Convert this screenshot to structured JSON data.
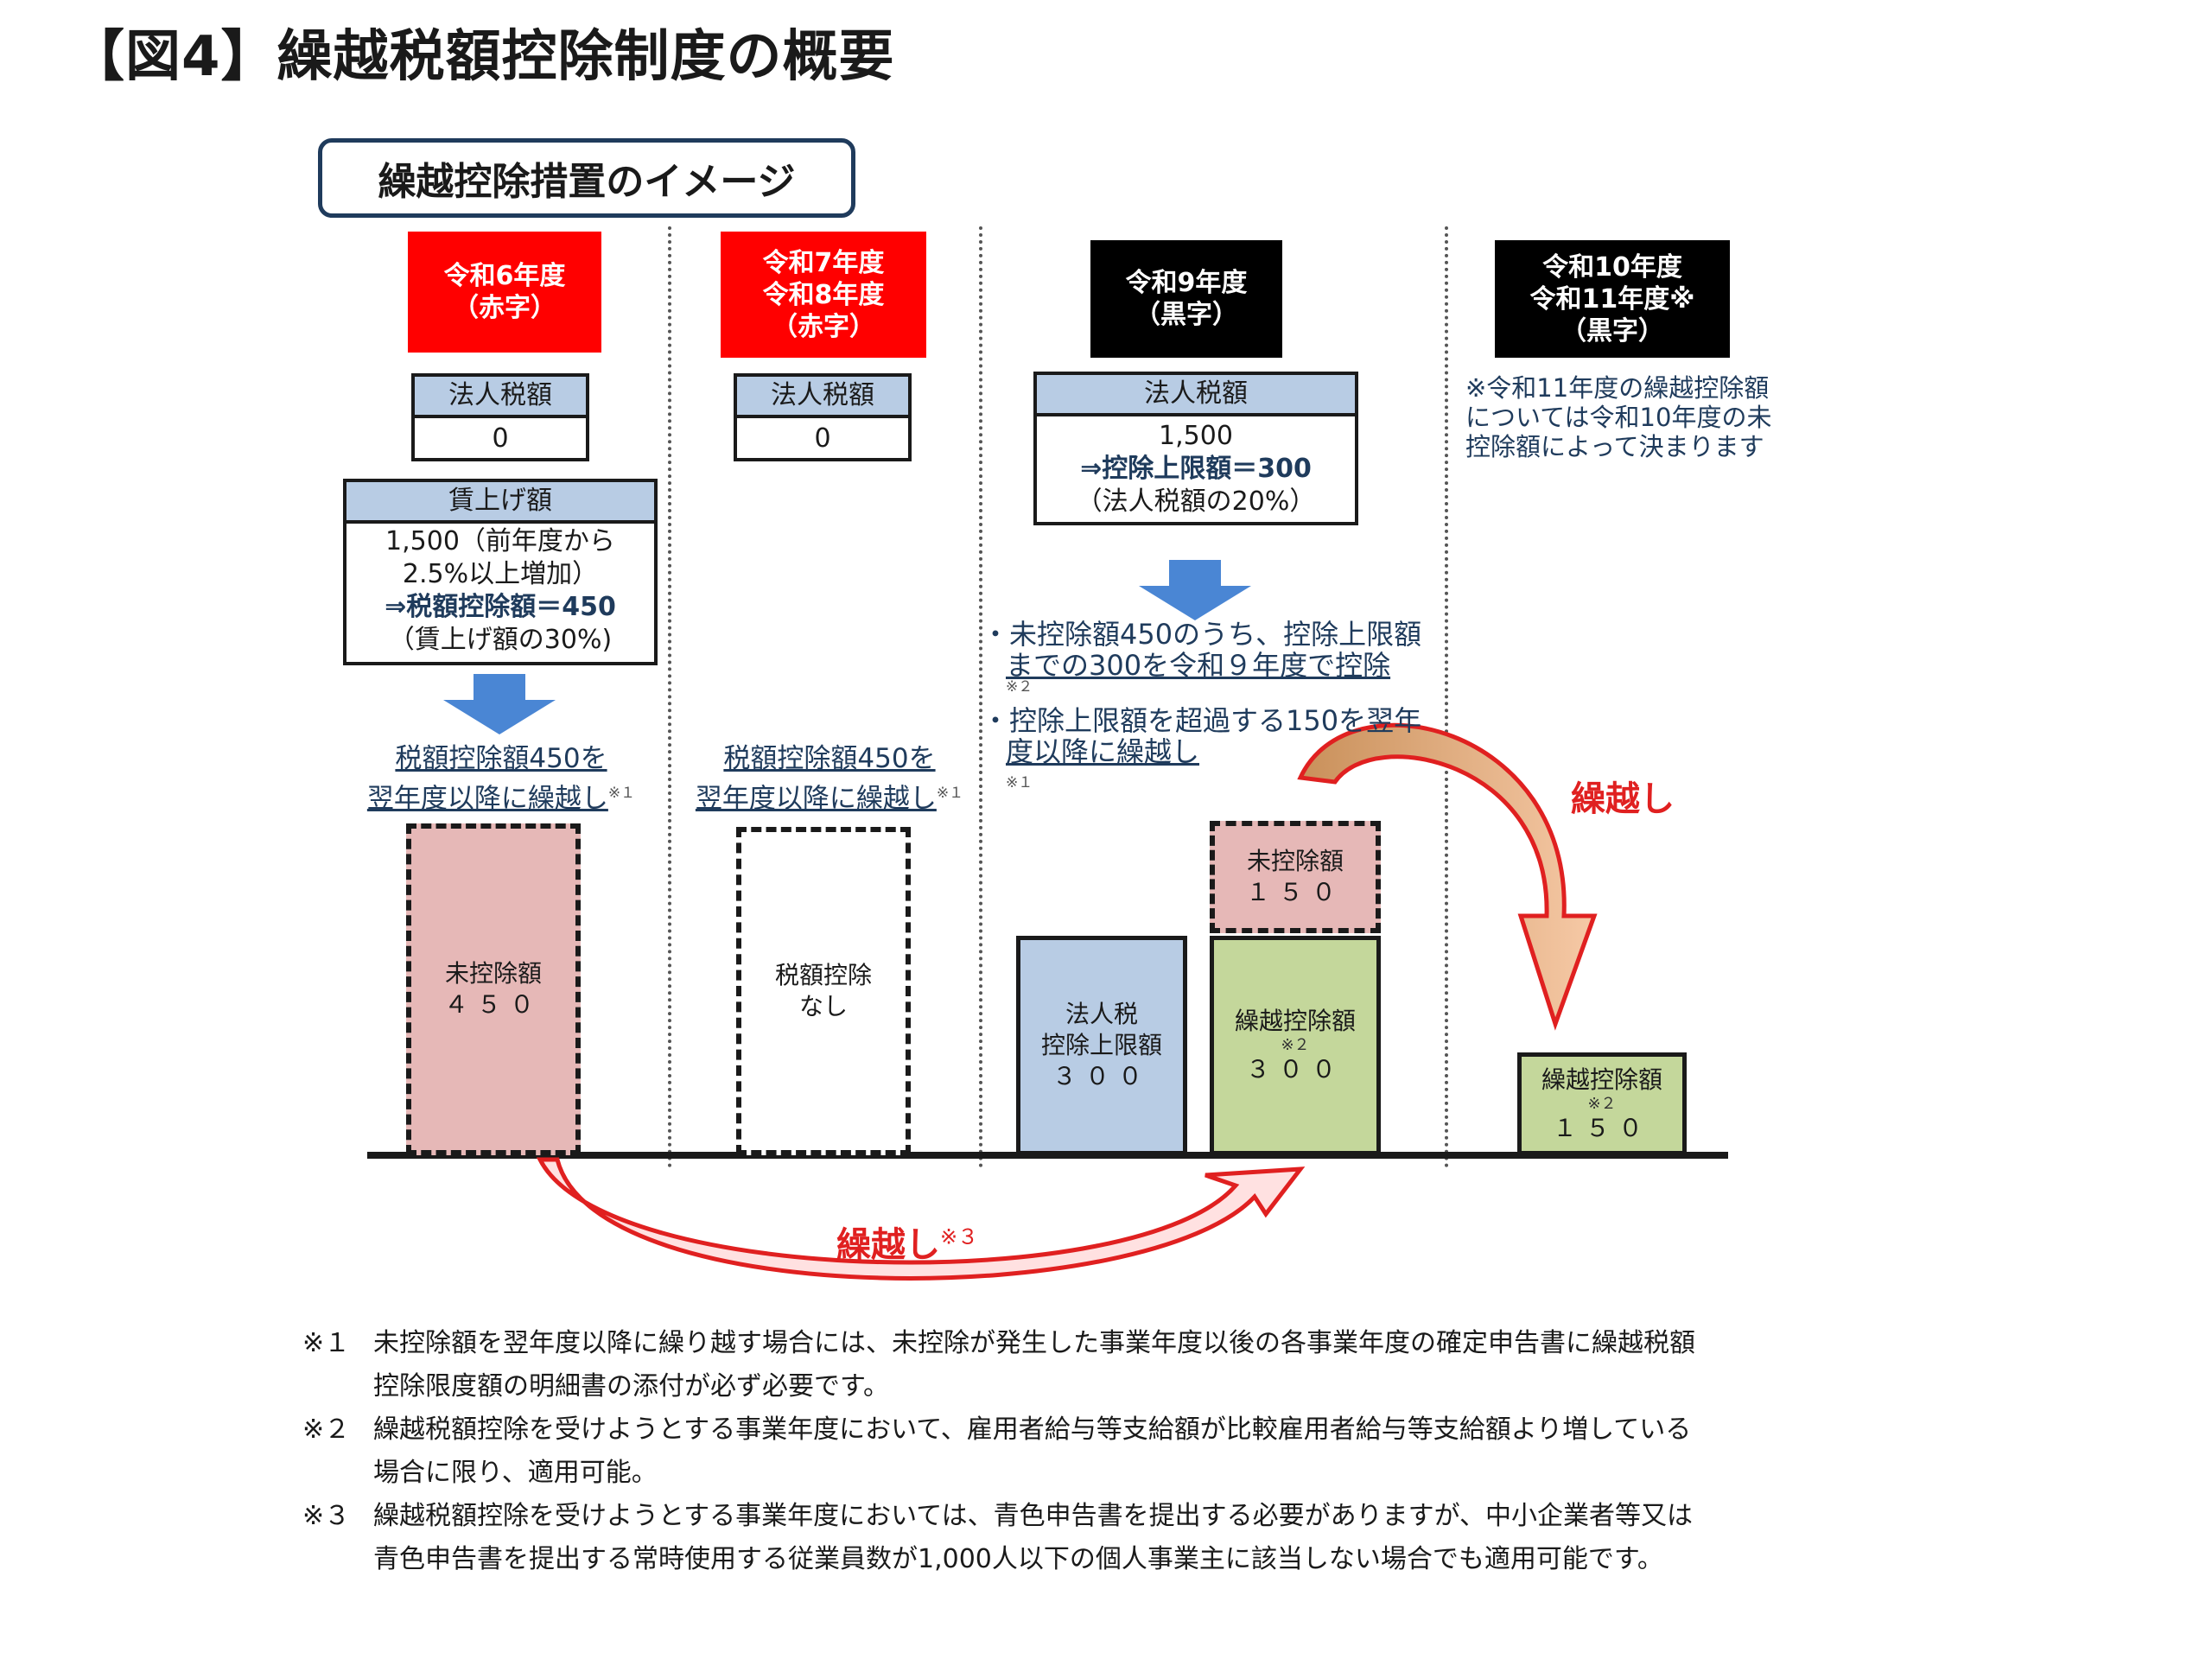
{
  "title": "【図4】繰越税額控除制度の概要",
  "image_label": "繰越控除措置のイメージ",
  "columns": [
    {
      "header": [
        "令和6年度",
        "（赤字）"
      ],
      "tax": {
        "label": "法人税額",
        "value": "0"
      },
      "wage": {
        "label": "賃上げ額",
        "line1": "1,500（前年度から",
        "line2": "2.5%以上増加）",
        "line3": "⇒税額控除額＝450",
        "line4": "（賃上げ額の30%)"
      },
      "note": [
        "税額控除額450を",
        "翌年度以降に繰越し"
      ],
      "note_mark": "※１",
      "bar": {
        "label": "未控除額",
        "value": "４５０"
      }
    },
    {
      "header": [
        "令和7年度",
        "令和8年度",
        "（赤字）"
      ],
      "tax": {
        "label": "法人税額",
        "value": "0"
      },
      "note": [
        "税額控除額450を",
        "翌年度以降に繰越し"
      ],
      "note_mark": "※１",
      "bar": {
        "label": "税額控除",
        "value": "なし"
      }
    },
    {
      "header": [
        "令和9年度",
        "（黒字）"
      ],
      "tax": {
        "label": "法人税額",
        "line1": "1,500",
        "line2": "⇒控除上限額＝300",
        "line3": "（法人税額の20%）"
      },
      "bullets": [
        {
          "lines": [
            "・未控除額450のうち、控除上限額",
            "までの300を令和９年度で控除"
          ],
          "mark": "※２"
        },
        {
          "lines": [
            "・控除上限額を超過する150を翌年",
            "度以降に繰越し"
          ],
          "mark": "※１"
        }
      ],
      "bar_limit": {
        "line1": "法人税",
        "line2": "控除上限額",
        "value": "３００"
      },
      "bar_deduct": {
        "label": "繰越控除額",
        "mark": "※２",
        "value": "３００"
      },
      "bar_remain": {
        "label": "未控除額",
        "value": "１５０"
      }
    },
    {
      "header": [
        "令和10年度",
        "令和11年度※",
        "（黒字）"
      ],
      "side_note": [
        "※令和11年度の繰越控除額",
        "については令和10年度の未",
        "控除額によって決まります"
      ],
      "bar": {
        "label": "繰越控除額",
        "mark": "※２",
        "value": "１５０"
      }
    }
  ],
  "carry_bottom": {
    "label": "繰越し",
    "mark": "※３"
  },
  "carry_right": {
    "label": "繰越し"
  },
  "footnotes": [
    {
      "mark": "※１",
      "lines": [
        "未控除額を翌年度以降に繰り越す場合には、未控除が発生した事業年度以後の各事業年度の確定申告書に繰越税額",
        "控除限度額の明細書の添付が必ず必要です。"
      ]
    },
    {
      "mark": "※２",
      "lines": [
        "繰越税額控除を受けようとする事業年度において、雇用者給与等支給額が比較雇用者給与等支給額より増している",
        "場合に限り、適用可能。"
      ]
    },
    {
      "mark": "※３",
      "lines": [
        "繰越税額控除を受けようとする事業年度においては、青色申告書を提出する必要がありますが、中小企業者等又は",
        "青色申告書を提出する常時使用する従業員数が1,000人以下の個人事業主に該当しない場合でも適用可能です。"
      ]
    }
  ],
  "colors": {
    "red": "#ff0000",
    "black": "#000000",
    "header_blue": "#b8cce4",
    "pink": "#e6b8b7",
    "green": "#c4d79b",
    "arrow_blue": "#4a86d4",
    "carry_red": "#e02020",
    "navy": "#1f3b5c"
  }
}
